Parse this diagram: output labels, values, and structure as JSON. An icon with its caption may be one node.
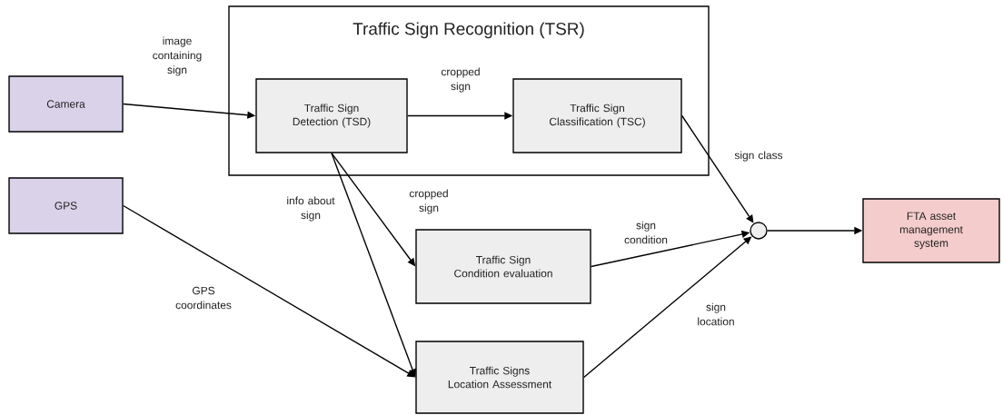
{
  "diagram": {
    "nodes": [
      {
        "text": [
          "Traffic Sign Recognition (TSR)"
        ]
      },
      {
        "text": [
          "Traffic Sign Detection (TSD)"
        ],
        "in": 0
      },
      {
        "text": [
          "Traffic Sign Classification (TSC)"
        ],
        "in": 0
      },
      {
        "text": [
          "Camera"
        ]
      },
      {
        "text": [
          "GPS"
        ]
      },
      {
        "text": [
          "Traffic Sign Condition evaluation"
        ]
      },
      {
        "text": [
          "Traffic Signs Location Assessment"
        ]
      },
      {
        "text": [],
        "shape": "circle"
      },
      {
        "text": [
          "FTA asset management system"
        ]
      }
    ],
    "edges": [
      {
        "from": 3,
        "to": 1,
        "arrow": "to",
        "label": "image containing sign"
      },
      {
        "from": 1,
        "to": 2,
        "arrow": "to",
        "label": "cropped sign"
      },
      {
        "from": 1,
        "to": 5,
        "arrow": "to",
        "label": "cropped sign"
      },
      {
        "from": 1,
        "to": 6,
        "arrow": "to",
        "label": "info about sign"
      },
      {
        "from": 4,
        "to": 6,
        "arrow": "to",
        "label": "GPS coordinates"
      },
      {
        "from": 2,
        "to": 7,
        "arrow": "to",
        "label": "sign class"
      },
      {
        "from": 5,
        "to": 7,
        "arrow": "to",
        "label": "sign condition"
      },
      {
        "from": 6,
        "to": 7,
        "arrow": "to",
        "label": "sign location"
      },
      {
        "from": 7,
        "to": 8,
        "arrow": "to"
      }
    ]
  }
}
